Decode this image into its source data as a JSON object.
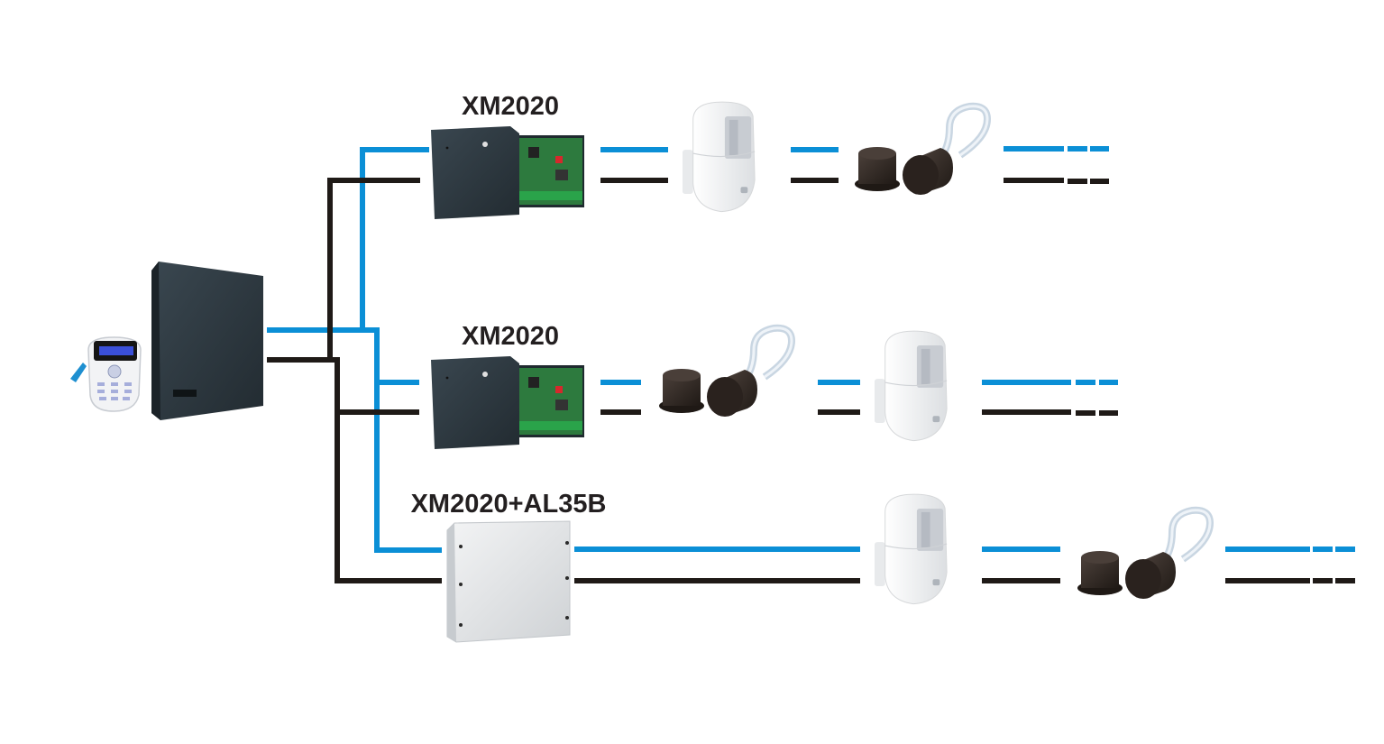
{
  "diagram": {
    "type": "bus-wiring-diagram",
    "colors": {
      "bus_line_a": "#0b8fd6",
      "bus_line_b": "#1f1a17",
      "label": "#231f20",
      "enclosure_dark": "#2f3a42",
      "enclosure_light": "#e4e6e8",
      "pcb_green": "#2d7a3e",
      "contact_brown": "#3a302b",
      "sensor_white": "#f4f5f6"
    },
    "control_panel": {
      "name": "control-panel",
      "components": [
        "keypad",
        "main-panel-enclosure"
      ]
    },
    "branches": [
      {
        "label": "XM2020",
        "module": "xm2020-expander",
        "devices": [
          "pir-motion-detector",
          "magnetic-contact"
        ],
        "continuation": "dashed"
      },
      {
        "label": "XM2020",
        "module": "xm2020-expander",
        "devices": [
          "magnetic-contact",
          "pir-motion-detector"
        ],
        "continuation": "dashed"
      },
      {
        "label": "XM2020+AL35B",
        "module": "xm2020-al35b-power-supply",
        "devices": [
          "pir-motion-detector",
          "magnetic-contact"
        ],
        "continuation": "dashed"
      }
    ]
  }
}
